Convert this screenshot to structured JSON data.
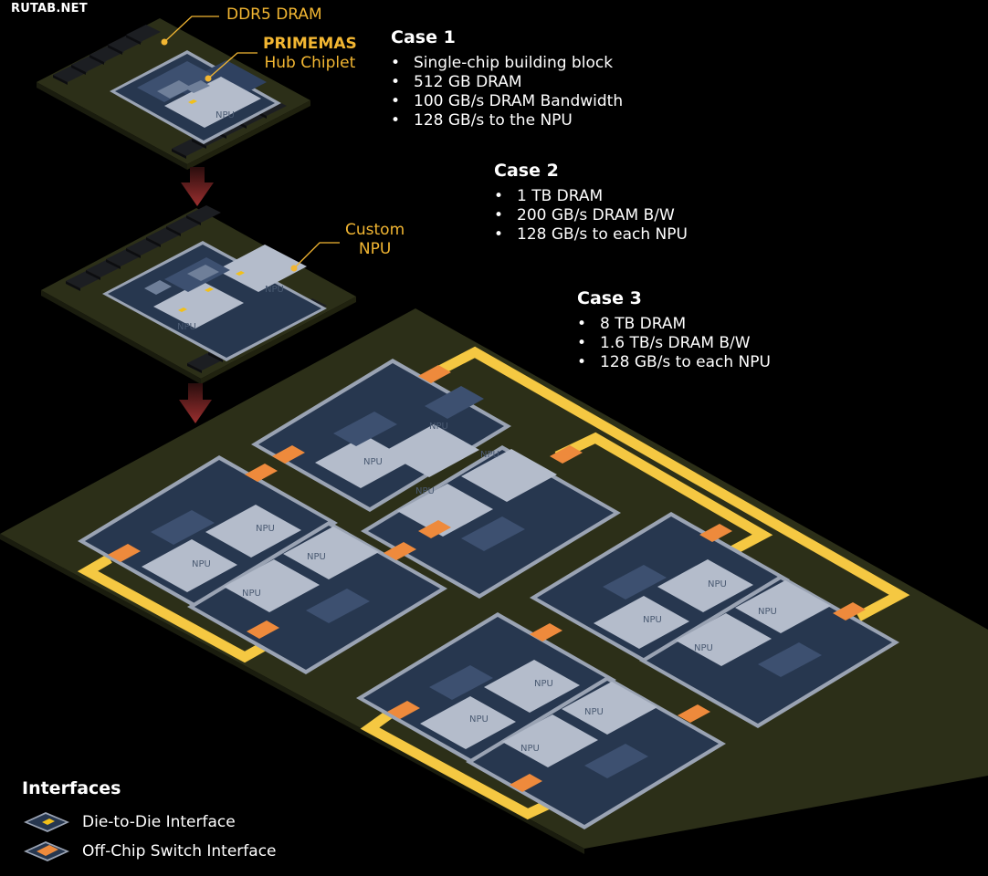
{
  "watermark": "RUTAB.NET",
  "callouts": {
    "dram": "DDR5 DRAM",
    "hub_brand": "PRIMEMAS",
    "hub_sub": "Hub Chiplet",
    "npu_line1": "Custom",
    "npu_line2": "NPU"
  },
  "npu_label": "NPU",
  "cases": [
    {
      "title": "Case 1",
      "items": [
        "Single-chip building block",
        "512 GB DRAM",
        "100 GB/s DRAM Bandwidth",
        "128 GB/s to the NPU"
      ]
    },
    {
      "title": "Case 2",
      "items": [
        "1 TB DRAM",
        "200 GB/s DRAM B/W",
        "128 GB/s to each NPU"
      ]
    },
    {
      "title": "Case 3",
      "items": [
        "8 TB DRAM",
        "1.6 TB/s DRAM B/W",
        "128 GB/s to each NPU"
      ]
    }
  ],
  "legend": {
    "title": "Interfaces",
    "items": [
      {
        "label": "Die-to-Die Interface",
        "icon": "die-to-die-interface-icon"
      },
      {
        "label": "Off-Chip Switch Interface",
        "icon": "off-chip-switch-interface-icon"
      }
    ]
  },
  "colors": {
    "board": "#2c2f18",
    "chip_tile": "#27374f",
    "npu_die": "#b4bccb",
    "die_to_die": "#f2c019",
    "off_chip_switch": "#ee8a3c",
    "switch_bus": "#f5c842",
    "flow_arrow": "#8b2b2b",
    "callout_text": "#f2b632"
  }
}
